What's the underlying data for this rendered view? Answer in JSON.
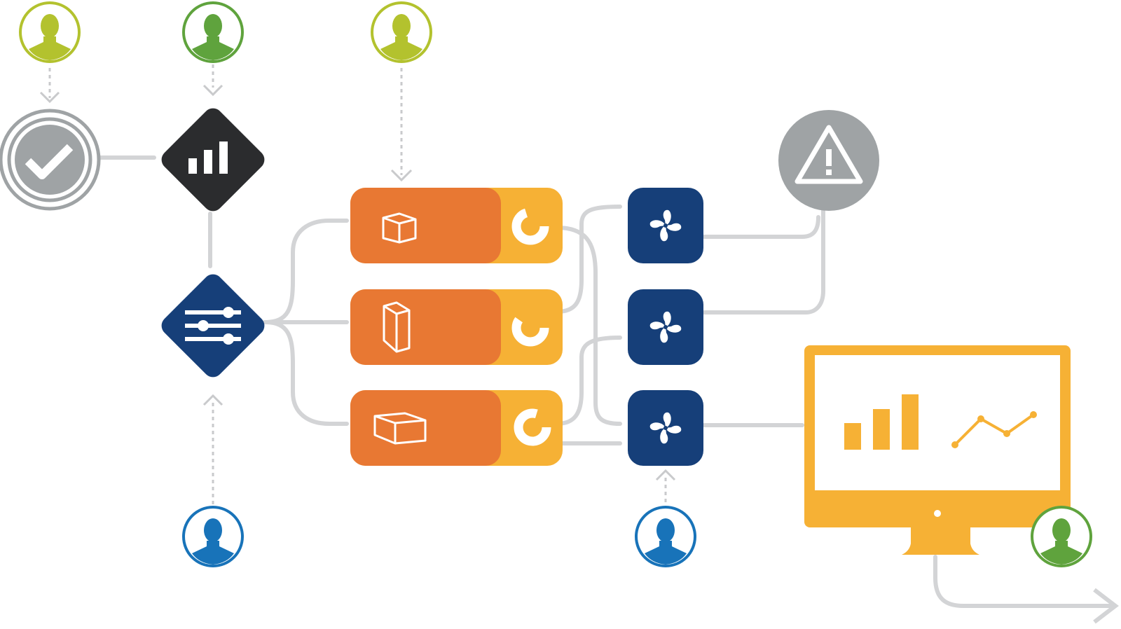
{
  "diagram": {
    "colors": {
      "connector": "#d3d4d6",
      "arrow": "#c9cacc",
      "lime": "#b3c22e",
      "green": "#5fa33d",
      "blue": "#1873b9",
      "navy": "#163f79",
      "dark": "#2b2c2e",
      "orange": "#e87833",
      "amber": "#f6b135",
      "gray": "#9fa3a5",
      "white": "#ffffff"
    },
    "users": [
      {
        "id": "user-top-1",
        "color": "lime"
      },
      {
        "id": "user-top-2",
        "color": "green"
      },
      {
        "id": "user-top-3",
        "color": "lime"
      },
      {
        "id": "user-bottom-1",
        "color": "blue"
      },
      {
        "id": "user-bottom-2",
        "color": "blue"
      },
      {
        "id": "user-monitor",
        "color": "green"
      }
    ],
    "nodes": [
      {
        "id": "approved",
        "icon": "check-icon"
      },
      {
        "id": "analytics",
        "icon": "bar-chart-icon"
      },
      {
        "id": "controls",
        "icon": "sliders-icon"
      },
      {
        "id": "pipeline-1",
        "icon": "box-icon",
        "status_icon": "donut-icon"
      },
      {
        "id": "pipeline-2",
        "icon": "box-icon",
        "status_icon": "donut-icon"
      },
      {
        "id": "pipeline-3",
        "icon": "box-icon",
        "status_icon": "donut-icon"
      },
      {
        "id": "processor-1",
        "icon": "fan-icon"
      },
      {
        "id": "processor-2",
        "icon": "fan-icon"
      },
      {
        "id": "processor-3",
        "icon": "fan-icon"
      },
      {
        "id": "alert",
        "icon": "warning-icon"
      },
      {
        "id": "dashboard",
        "icon": "monitor-icon"
      }
    ]
  }
}
